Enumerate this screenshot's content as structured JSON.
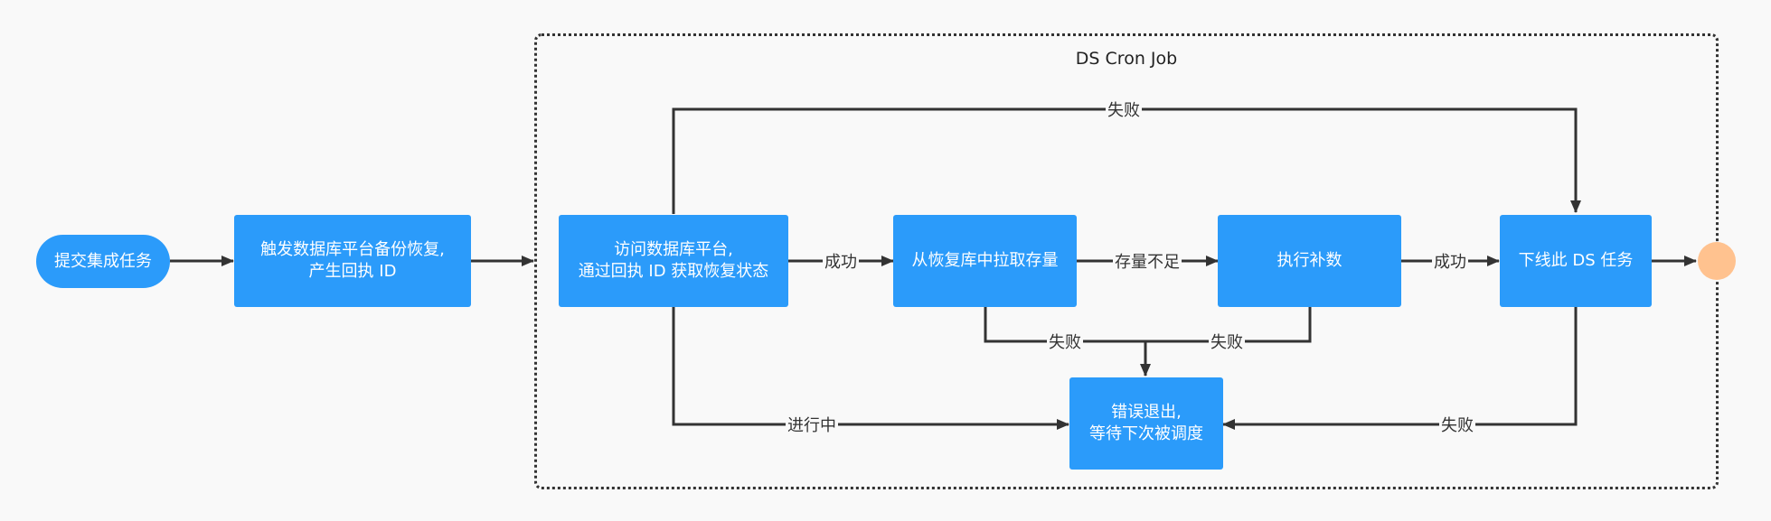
{
  "group": {
    "title": "DS Cron Job"
  },
  "nodes": {
    "submit": "提交集成任务",
    "trigger": "触发数据库平台备份恢复,\n产生回执 ID",
    "query": "访问数据库平台,\n通过回执 ID 获取恢复状态",
    "pull": "从恢复库中拉取存量",
    "supplement": "执行补数",
    "offline": "下线此 DS 任务",
    "error": "错误退出,\n等待下次被调度"
  },
  "edges": {
    "query_success": "成功",
    "insufficient": "存量不足",
    "supplement_success": "成功",
    "query_fail_top": "失败",
    "pull_fail": "失败",
    "supplement_fail": "失败",
    "in_progress": "进行中",
    "offline_fail": "失败"
  },
  "colors": {
    "node_fill": "#2b9bfa",
    "node_text": "#ffffff",
    "end_fill": "#ffc28f",
    "edge": "#333333"
  }
}
